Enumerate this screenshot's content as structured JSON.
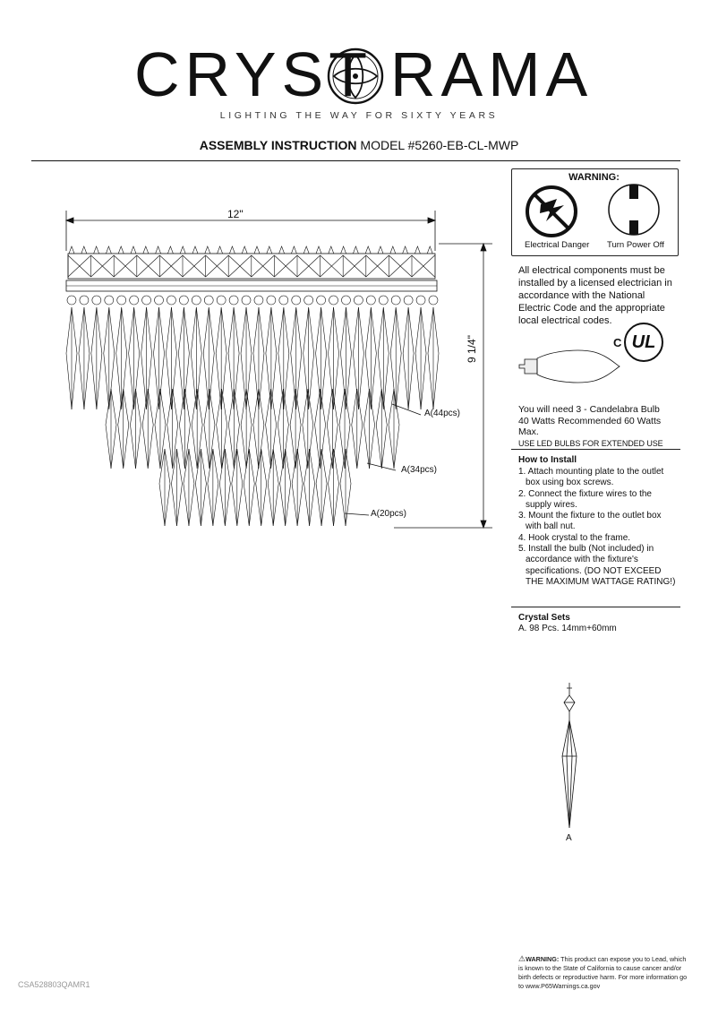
{
  "brand": {
    "left": "CRYST",
    "right": "RAMA",
    "tagline": "LIGHTING THE WAY FOR SIXTY YEARS"
  },
  "header": {
    "title_bold": "ASSEMBLY INSTRUCTION",
    "title_rest": " MODEL #5260-EB-CL-MWP"
  },
  "dimensions": {
    "width": "12\"",
    "height": "9 1/4\""
  },
  "callouts": {
    "tier1": "A(44pcs)",
    "tier2": "A(34pcs)",
    "tier3": "A(20pcs)"
  },
  "warning": {
    "title": "WARNING:",
    "icon1_label": "Electrical Danger",
    "icon2_label": "Turn Power Off"
  },
  "electrical_note": "All electrical components must be installed by a licensed electrician in accordance with the National Electric Code and the appropriate local electrical codes.",
  "ul_mark": {
    "c": "C",
    "ul": "UL"
  },
  "bulb": {
    "line1": "You will need 3 - Candelabra Bulb",
    "line2": "40 Watts Recommended 60 Watts Max.",
    "line3": "USE LED BULBS FOR EXTENDED USE"
  },
  "install": {
    "title": "How to Install",
    "steps": [
      "1. Attach mounting plate to the outlet box using box screws.",
      "2. Connect the fixture wires to the supply wires.",
      "3. Mount the fixture to the outlet box with ball nut.",
      "4. Hook crystal to the frame.",
      "5. Install the bulb (Not included) in accordance with the fixture's specifications. (DO NOT EXCEED THE MAXIMUM WATTAGE RATING!)"
    ]
  },
  "crystal_sets": {
    "title": "Crystal Sets",
    "line": "A. 98 Pcs. 14mm+60mm",
    "part_label": "A"
  },
  "prop65": {
    "lead": "WARNING:",
    "text": " This product can expose you to Lead, which is known to the State of California to cause cancer and/or birth defects or reproductive harm. For more information go to www.P65Warnings.ca.gov"
  },
  "doc_code": "CSA528803QAMR1"
}
